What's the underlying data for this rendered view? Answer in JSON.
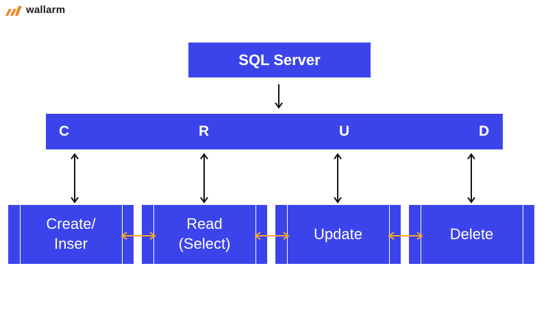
{
  "brand": {
    "name": "wallarm",
    "logo_color": "#f5821f",
    "text_color": "#1a1a1a"
  },
  "colors": {
    "box": "#3b44eb",
    "text": "#ffffff",
    "vertical_arrow": "#111111",
    "horizontal_arrow": "#f5a623"
  },
  "diagram": {
    "title": "SQL Server",
    "letters": [
      "C",
      "R",
      "U",
      "D"
    ],
    "operations": [
      {
        "label": "Create/\nInser"
      },
      {
        "label": "Read\n(Select)"
      },
      {
        "label": "Update"
      },
      {
        "label": "Delete"
      }
    ]
  }
}
